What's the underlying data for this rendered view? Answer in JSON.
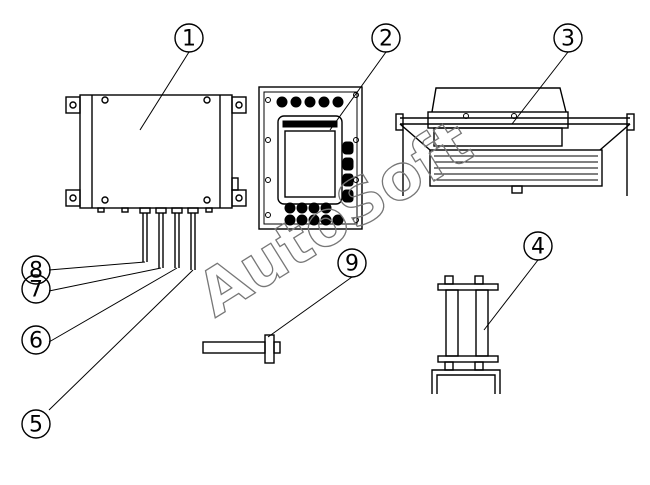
{
  "watermark": "AutoSoft",
  "callouts": [
    {
      "id": "c1",
      "label": "1"
    },
    {
      "id": "c2",
      "label": "2"
    },
    {
      "id": "c3",
      "label": "3"
    },
    {
      "id": "c4",
      "label": "4"
    },
    {
      "id": "c5",
      "label": "5"
    },
    {
      "id": "c6",
      "label": "6"
    },
    {
      "id": "c7",
      "label": "7"
    },
    {
      "id": "c8",
      "label": "8"
    },
    {
      "id": "c9",
      "label": "9"
    }
  ]
}
